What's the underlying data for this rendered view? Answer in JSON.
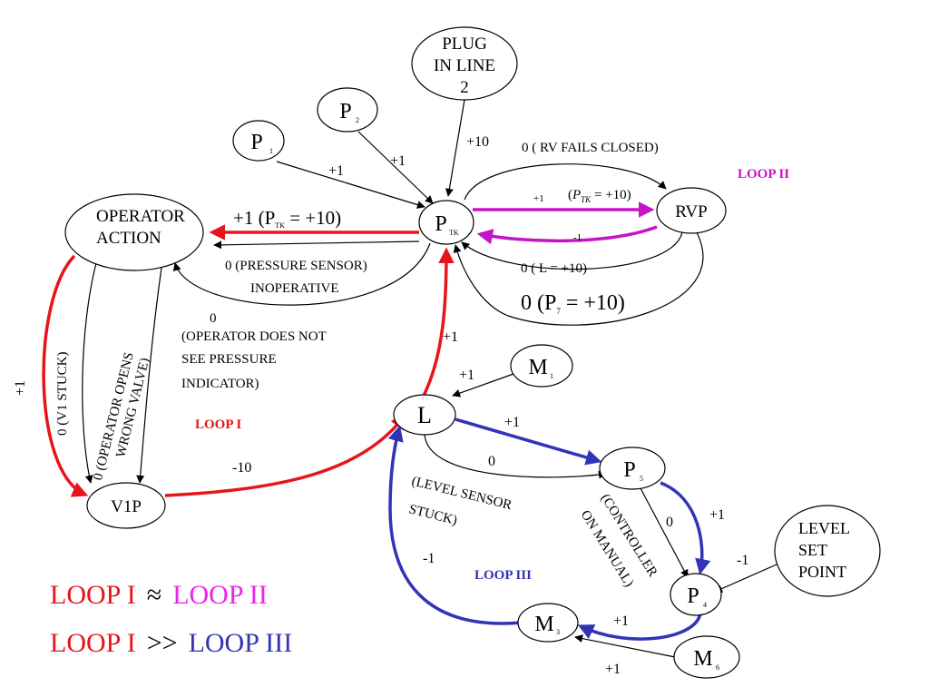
{
  "colors": {
    "red": "#e8141b",
    "blue": "#3333b8",
    "magenta": "#c414c8",
    "magenta_text": "#ee22ee"
  },
  "nodes": {
    "plug": [
      "PLUG",
      "IN  LINE",
      "2"
    ],
    "p1": {
      "main": "P",
      "sub": "1"
    },
    "p2": {
      "main": "P",
      "sub": "2"
    },
    "ptk": {
      "main": "P",
      "sub": "TK"
    },
    "rvp": "RVP",
    "operator": [
      "OPERATOR",
      "ACTION"
    ],
    "v1p": "V1P",
    "l": "L",
    "m1": {
      "main": "M",
      "sub": "1"
    },
    "p5": {
      "main": "P",
      "sub": "5"
    },
    "p4": {
      "main": "P",
      "sub": "4"
    },
    "m3": {
      "main": "M",
      "sub": "3"
    },
    "m6": {
      "main": "M",
      "sub": "6"
    },
    "level_set_point": [
      "LEVEL",
      "SET",
      "POINT"
    ]
  },
  "edge_labels": {
    "p1_ptk": "+1",
    "p2_ptk": "+1",
    "plug_ptk": "+10",
    "rv_fails": "0 ( RV FAILS CLOSED)",
    "ptk_rvp_plus": "+1",
    "ptk_rvp_cond": {
      "open": "(",
      "var": "P",
      "sub": "TK",
      "rest": " = +10)"
    },
    "rvp_ptk_minus": "-1",
    "l_ptk_zero": "0 ( L = +10)",
    "p7": {
      "open": "0 (P",
      "sub": "7",
      "rest": " =  +10)"
    },
    "ptk_op": {
      "text": "+1 (P",
      "sub": "TK",
      "rest": "  = +10)"
    },
    "pressure_sensor": [
      "0 (PRESSURE SENSOR)",
      "INOPERATIVE"
    ],
    "op_not_see": [
      "0",
      "(OPERATOR  DOES  NOT",
      "SEE  PRESSURE",
      "INDICATOR)"
    ],
    "op_v1p_plus": "+1",
    "v1_stuck": "0 (V1  STUCK)",
    "wrong_valve": [
      "0 (OPERATOR  OPENS",
      "WRONG  VALVE)"
    ],
    "v1p_l": "-10",
    "l_ptk_plus": "+1",
    "m1_l": "+1",
    "l_p5_plus": "+1",
    "l_p5_zero": "0",
    "level_sensor": [
      "(LEVEL  SENSOR",
      "STUCK)"
    ],
    "controller_manual": [
      "(CONTROLLER",
      "ON  MANUAL)"
    ],
    "p5_p4_zero": "0",
    "p5_p4_plus": "+1",
    "lsp_p4": "-1",
    "p4_m3": "+1",
    "m3_l": "-1",
    "m6_m3": "+1"
  },
  "loops": {
    "loop1": "LOOP I",
    "loop2": "LOOP  II",
    "loop3": "LOOP  III"
  },
  "legend": {
    "line1": {
      "left": "LOOP I",
      "op": "≈",
      "right": "LOOP II"
    },
    "line2": {
      "left": "LOOP I",
      "op": ">>",
      "right": "LOOP III"
    }
  }
}
